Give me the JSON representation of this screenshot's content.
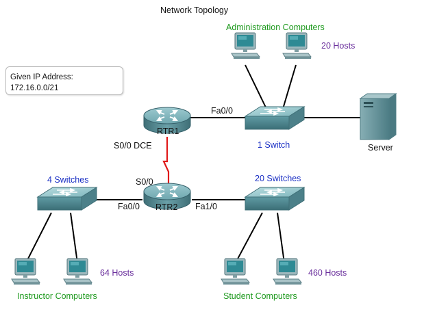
{
  "title": "Network Topology",
  "given_ip": {
    "label": "Given IP Address:",
    "value": "172.16.0.0/21"
  },
  "groups": {
    "admin": {
      "label": "Administration Computers",
      "hosts": "20 Hosts"
    },
    "instructor": {
      "label": "Instructor Computers",
      "hosts": "64 Hosts"
    },
    "student": {
      "label": "Student Computers",
      "hosts": "460 Hosts"
    }
  },
  "routers": {
    "rtr1": "RTR1",
    "rtr2": "RTR2"
  },
  "switches": {
    "top": "1 Switch",
    "left": "4 Switches",
    "right": "20 Switches"
  },
  "server": "Server",
  "interfaces": {
    "rtr1_fa00": "Fa0/0",
    "rtr1_s00dce": "S0/0 DCE",
    "rtr2_s00": "S0/0",
    "rtr2_fa00": "Fa0/0",
    "rtr2_fa10": "Fa1/0"
  },
  "colors": {
    "group_label": "#1f9a1f",
    "switch_label": "#1a2fc4",
    "host_count": "#6a2f9c",
    "serial_link": "#e01919",
    "device_teal": "#4f8f98"
  }
}
